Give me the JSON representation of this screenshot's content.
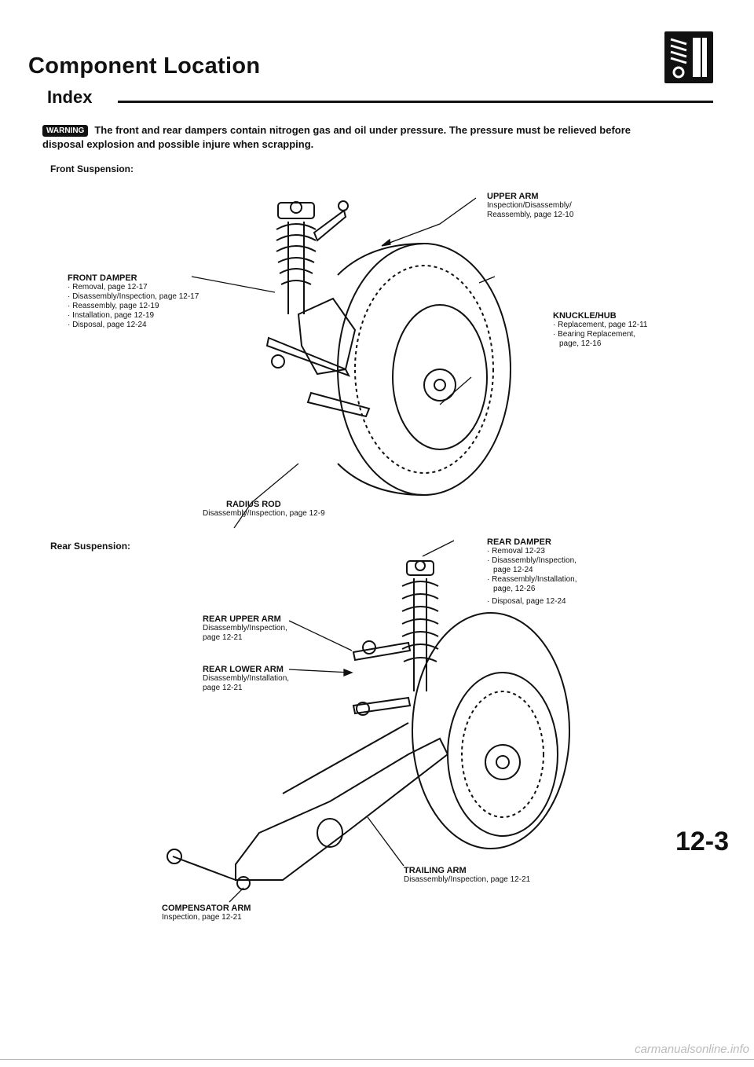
{
  "header": {
    "title": "Component Location",
    "subtitle": "Index",
    "icon": "shock-absorber-icon"
  },
  "warning": {
    "badge": "WARNING",
    "line1": "The front and rear dampers contain nitrogen gas and oil under pressure. The pressure must be relieved before",
    "line2": "disposal explosion and possible injure when scrapping."
  },
  "front": {
    "heading": "Front Suspension:",
    "upper_arm": {
      "name": "UPPER ARM",
      "lines": [
        "Inspection/Disassembly/",
        "Reassembly, page 12-10"
      ]
    },
    "front_damper": {
      "name": "FRONT DAMPER",
      "lines": [
        "· Removal, page 12-17",
        "· Disassembly/Inspection, page 12-17",
        "· Reassembly, page 12-19",
        "· Installation, page 12-19",
        "· Disposal, page 12-24"
      ]
    },
    "knuckle_hub": {
      "name": "KNUCKLE/HUB",
      "lines": [
        "· Replacement, page 12-11",
        "· Bearing Replacement,",
        "page, 12-16"
      ]
    },
    "radius_rod": {
      "name": "RADIUS ROD",
      "lines": [
        "Disassembly/Inspection, page 12-9"
      ]
    }
  },
  "rear": {
    "heading": "Rear Suspension:",
    "rear_damper": {
      "name": "REAR DAMPER",
      "lines": [
        "· Removal 12-23",
        "· Disassembly/Inspection,",
        "page 12-24",
        "· Reassembly/Installation,",
        "page, 12-26",
        "· Disposal, page 12-24"
      ]
    },
    "rear_upper_arm": {
      "name": "REAR UPPER ARM",
      "lines": [
        "Disassembly/Inspection,",
        "page 12-21"
      ]
    },
    "rear_lower_arm": {
      "name": "REAR LOWER ARM",
      "lines": [
        "Disassembly/Installation,",
        "page 12-21"
      ]
    },
    "trailing_arm": {
      "name": "TRAILING ARM",
      "lines": [
        "Disassembly/Inspection, page 12-21"
      ]
    },
    "compensator_arm": {
      "name": "COMPENSATOR ARM",
      "lines": [
        "Inspection, page 12-21"
      ]
    }
  },
  "page_number": "12-3",
  "footer": "carmanualsonline.info"
}
